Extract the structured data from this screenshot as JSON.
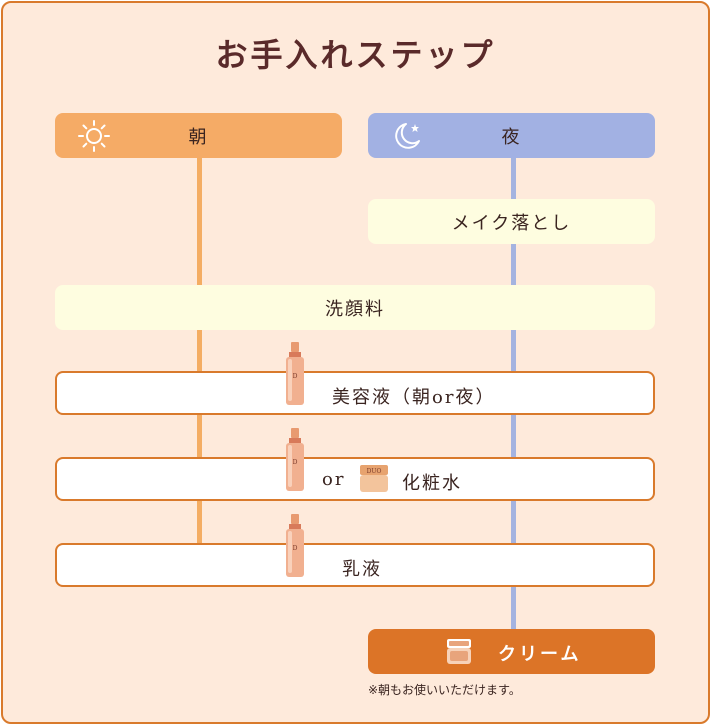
{
  "title": "お手入れステップ",
  "header": {
    "morning_label": "朝",
    "morning_icon": "sun-icon",
    "night_label": "夜",
    "night_icon": "moon-star-icon"
  },
  "steps": {
    "makeup_remover": "メイク落とし",
    "cleanser": "洗顔料",
    "serum": "美容液（朝or夜）",
    "or_label": "or",
    "lotion": "化粧水",
    "milk": "乳液",
    "cream": "クリーム"
  },
  "note": "※朝もお使いいただけます。",
  "colors": {
    "accent": "#d97a2c",
    "morning": "#f5ab66",
    "night": "#a2b1e3",
    "background": "#feeadb"
  }
}
